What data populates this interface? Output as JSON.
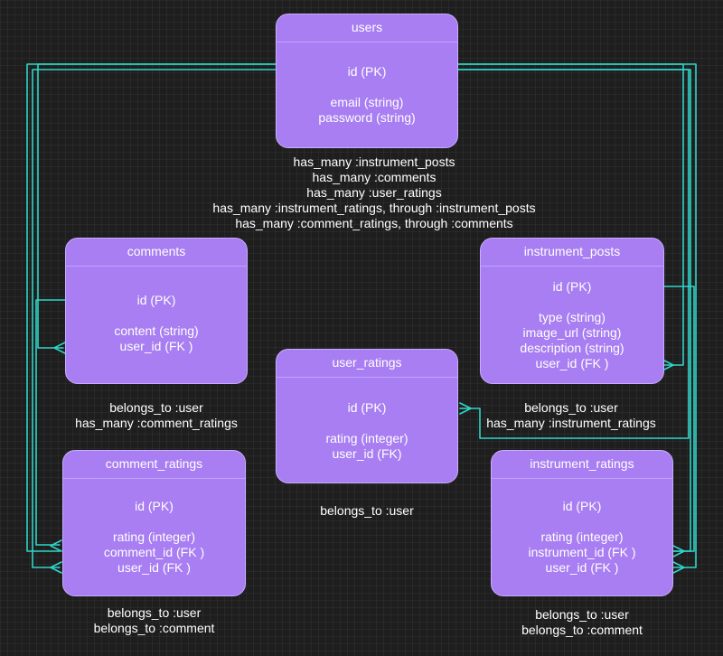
{
  "colors": {
    "entity_fill": "#a87ef2",
    "connector": "#2fd5c9",
    "background": "#1e1e1e"
  },
  "entities": {
    "users": {
      "title": "users",
      "fields": [
        "id (PK)",
        "",
        "email (string)",
        "password (string)"
      ]
    },
    "comments": {
      "title": "comments",
      "fields": [
        "id (PK)",
        "",
        "content (string)",
        "user_id (FK )"
      ]
    },
    "instrument_posts": {
      "title": "instrument_posts",
      "fields": [
        "id (PK)",
        "",
        "type (string)",
        "image_url (string)",
        "description (string)",
        "user_id (FK )"
      ]
    },
    "user_ratings": {
      "title": "user_ratings",
      "fields": [
        "id (PK)",
        "",
        "rating (integer)",
        "user_id (FK)"
      ]
    },
    "comment_ratings": {
      "title": "comment_ratings",
      "fields": [
        "id (PK)",
        "",
        "rating (integer)",
        "comment_id (FK )",
        "user_id (FK )"
      ]
    },
    "instrument_ratings": {
      "title": "instrument_ratings",
      "fields": [
        "id (PK)",
        "",
        "rating (integer)",
        "instrument_id (FK )",
        "user_id (FK )"
      ]
    }
  },
  "associations": {
    "users": [
      "has_many :instrument_posts",
      "has_many :comments",
      "has_many :user_ratings",
      "has_many  :instrument_ratings, through :instrument_posts",
      "has_many  :comment_ratings, through :comments"
    ],
    "comments": [
      "belongs_to :user",
      "has_many :comment_ratings"
    ],
    "instrument_posts": [
      "belongs_to :user",
      "has_many :instrument_ratings"
    ],
    "user_ratings": [
      "belongs_to :user"
    ],
    "comment_ratings": [
      "belongs_to :user",
      "belongs_to :comment"
    ],
    "instrument_ratings": [
      "belongs_to :user",
      "belongs_to :comment"
    ]
  }
}
